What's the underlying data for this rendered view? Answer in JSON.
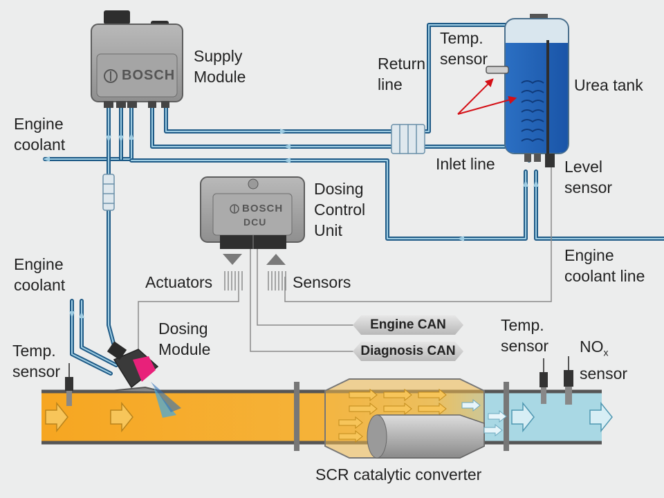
{
  "labels": {
    "supply_module": [
      "Supply",
      "Module"
    ],
    "return_line": [
      "Return",
      "line"
    ],
    "temp_sensor_tank": [
      "Temp.",
      "sensor"
    ],
    "urea_tank": "Urea tank",
    "engine_coolant_top": [
      "Engine",
      "coolant"
    ],
    "inlet_line": "Inlet line",
    "level_sensor": [
      "Level",
      "sensor"
    ],
    "dosing_control_unit": [
      "Dosing",
      "Control",
      "Unit"
    ],
    "engine_coolant_line": [
      "Engine",
      "coolant line"
    ],
    "engine_coolant_left": [
      "Engine",
      "coolant"
    ],
    "actuators": "Actuators",
    "sensors": "Sensors",
    "dosing_module": [
      "Dosing",
      "Module"
    ],
    "engine_can": "Engine CAN",
    "diagnosis_can": "Diagnosis CAN",
    "temp_sensor_left": [
      "Temp.",
      "sensor"
    ],
    "temp_sensor_right": [
      "Temp.",
      "sensor"
    ],
    "nox_sensor": [
      "NO",
      "x",
      "sensor"
    ],
    "scr_converter": "SCR catalytic converter"
  },
  "brand": {
    "supply": "BOSCH",
    "dcu_brand": "BOSCH",
    "dcu_model": "DCU"
  },
  "colors": {
    "pipe_blue": "#1e5a86",
    "pipe_light": "#9fcde3",
    "exhaust_orange": "#f5a524",
    "exhaust_clean": "#a9d8e4",
    "urea_blue": "#1a5fb4",
    "signal_gray": "#7a7a7a",
    "red_arrow": "#d40f16"
  }
}
